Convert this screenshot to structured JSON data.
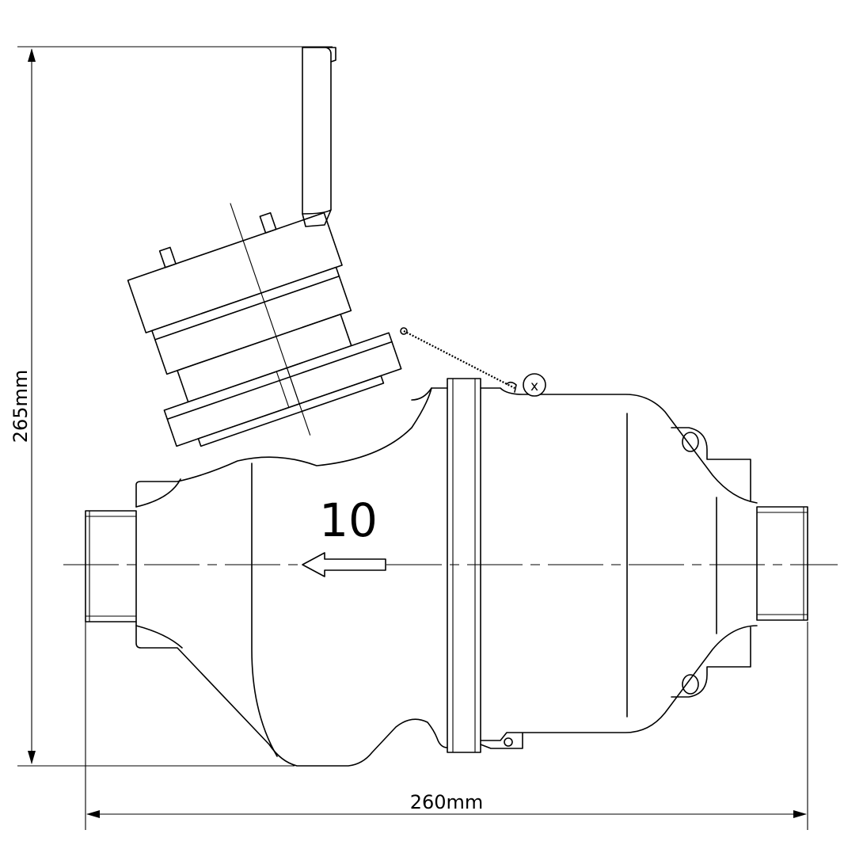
{
  "dimensions": {
    "height_label": "265mm",
    "width_label": "260mm"
  },
  "body_marking": {
    "size_number": "10"
  },
  "seal": {
    "mark": "x"
  },
  "flow_arrow": {
    "icon": "flow-direction-arrow-icon"
  },
  "colors": {
    "line": "#000000",
    "background": "#ffffff"
  }
}
